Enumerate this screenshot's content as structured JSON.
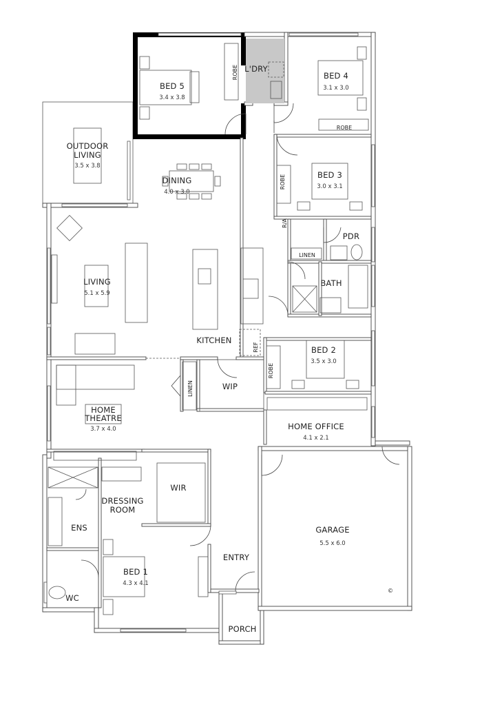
{
  "plan": {
    "rooms": {
      "outdoor_living": {
        "name_line1": "OUTDOOR",
        "name_line2": "LIVING",
        "dims": "3.5 x 3.8"
      },
      "bed5": {
        "name": "BED 5",
        "dims": "3.4 x 3.8"
      },
      "bed5_robe": {
        "name": "ROBE"
      },
      "laundry": {
        "name": "L'DRY"
      },
      "bed4": {
        "name": "BED 4",
        "dims": "3.1 x 3.0"
      },
      "bed4_robe": {
        "name": "ROBE"
      },
      "dining": {
        "name": "DINING",
        "dims": "4.0 x 3.0"
      },
      "bed3": {
        "name": "BED 3",
        "dims": "3.0 x 3.1"
      },
      "bed3_robe": {
        "name": "ROBE"
      },
      "return_air": {
        "name": "R/A"
      },
      "powder": {
        "name": "PDR"
      },
      "linen_hall": {
        "name": "LINEN"
      },
      "bath": {
        "name": "BATH"
      },
      "living": {
        "name": "LIVING",
        "dims": "5.1 x 5.9"
      },
      "kitchen": {
        "name": "KITCHEN"
      },
      "ref": {
        "name": "REF"
      },
      "bed2": {
        "name": "BED 2",
        "dims": "3.5 x 3.0"
      },
      "bed2_robe": {
        "name": "ROBE"
      },
      "linen_kitchen": {
        "name": "LINEN"
      },
      "wip": {
        "name": "WIP"
      },
      "home_theatre": {
        "name_line1": "HOME",
        "name_line2": "THEATRE",
        "dims": "3.7 x 4.0"
      },
      "home_office": {
        "name": "HOME OFFICE",
        "dims": "4.1 x 2.1"
      },
      "wir": {
        "name": "WIR"
      },
      "dressing_room": {
        "name_line1": "DRESSING",
        "name_line2": "ROOM"
      },
      "ensuite": {
        "name": "ENS"
      },
      "wc": {
        "name": "WC"
      },
      "bed1": {
        "name": "BED 1",
        "dims": "4.3 x 4.1"
      },
      "entry": {
        "name": "ENTRY"
      },
      "garage": {
        "name": "GARAGE",
        "dims": "5.5 x 6.0"
      },
      "porch": {
        "name": "PORCH"
      }
    },
    "copyright_symbol": "©",
    "highlight_color": "#c8c8c8"
  }
}
